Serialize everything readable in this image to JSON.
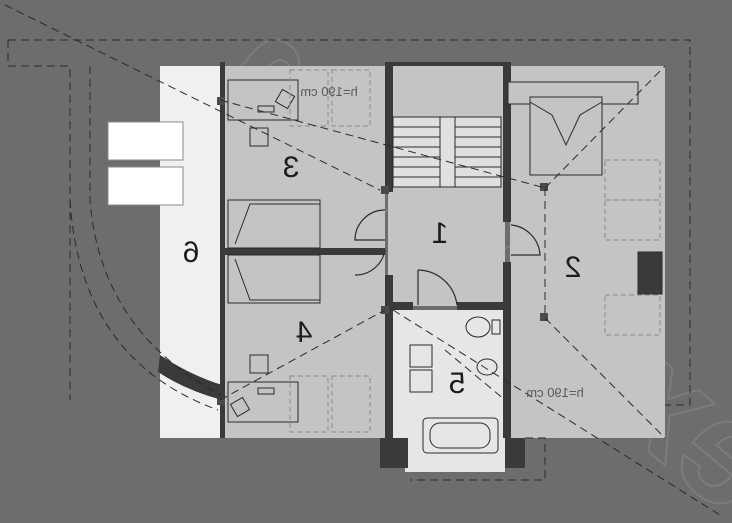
{
  "plan": {
    "rooms": [
      {
        "id": "1",
        "label": "1"
      },
      {
        "id": "2",
        "label": "2"
      },
      {
        "id": "3",
        "label": "3"
      },
      {
        "id": "4",
        "label": "4"
      },
      {
        "id": "5",
        "label": "5"
      },
      {
        "id": "6",
        "label": "6"
      }
    ],
    "height_labels": [
      "h=190 cm",
      "h=190 cm"
    ],
    "watermark": "extradom"
  },
  "colors": {
    "roof": "#6d6d6d",
    "room_fill": "#c4c4c4",
    "bath_fill": "#e6e6e6",
    "terrace_fill": "#f0f0f0",
    "wall": "#3a3a3a",
    "dashed": "#2a2a2a"
  }
}
